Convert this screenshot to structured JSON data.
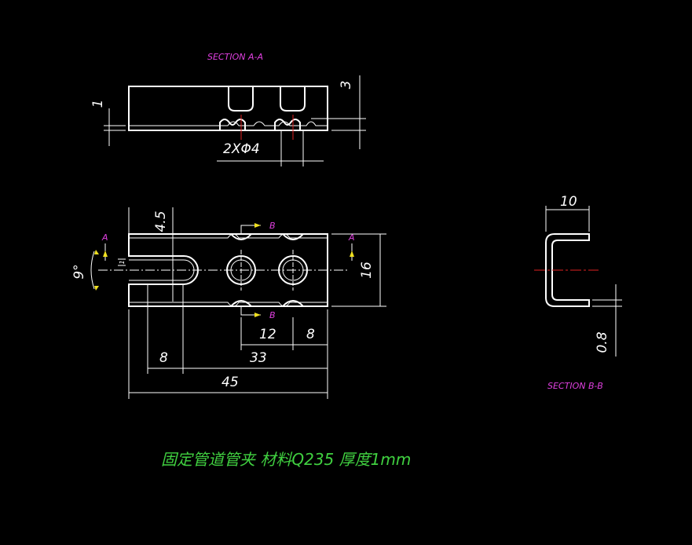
{
  "labels": {
    "section_aa": "SECTION A-A",
    "section_bb": "SECTION B-B",
    "arrow_a": "A",
    "arrow_b": "B",
    "title": "固定管道管夹   材料Q235  厚度1mm"
  },
  "dimensions": {
    "top_left_1": "1",
    "top_right_3": "3",
    "holes": "2XΦ4",
    "slot_depth": "4.5",
    "angle": "9°",
    "slot_width": "1",
    "height": "16",
    "spacing_12": "12",
    "edge_8_right": "8",
    "edge_8_left": "8",
    "len_33": "33",
    "len_45": "45",
    "sec_width": "10",
    "thickness": "0.8"
  },
  "colors": {
    "outline": "#ffffff",
    "center_line": "#e02020",
    "section_label": "#e040e0",
    "arrow": "#f0e020",
    "title": "#40d040"
  }
}
